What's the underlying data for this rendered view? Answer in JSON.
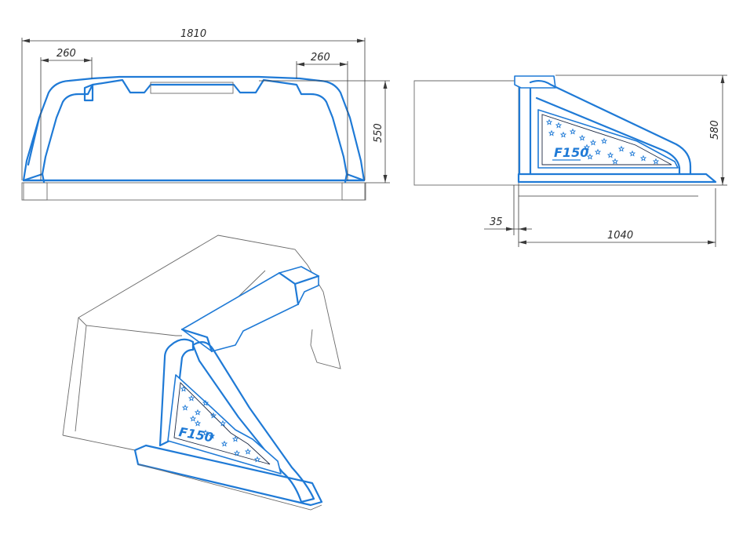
{
  "dimensions": {
    "front_width": "1810",
    "front_left_offset": "260",
    "front_right_offset": "260",
    "front_height": "550",
    "side_height": "580",
    "side_offset": "35",
    "side_length": "1040"
  },
  "logo_text": "F150",
  "colors": {
    "accent": "#1f7ad6",
    "outline": "#3a3a3a",
    "background": "#ffffff"
  }
}
